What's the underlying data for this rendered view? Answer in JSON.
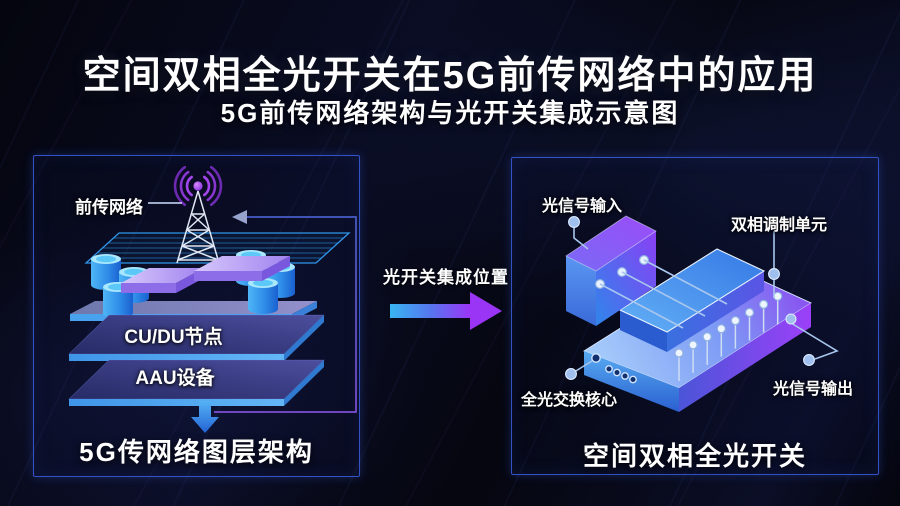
{
  "title": "空间双相全光开关在5G前传网络中的应用",
  "subtitle": "5G前传网络架构与光开关集成示意图",
  "left_panel": {
    "fronthaul_label": "前传网络",
    "layers": [
      {
        "label": "CU/DU节点"
      },
      {
        "label": "AAU设备"
      }
    ],
    "caption": "5G传网络图层架构"
  },
  "middle": {
    "label": "光开关集成位置"
  },
  "right_panel": {
    "labels": {
      "input": "光信号输入",
      "modulation": "双相调制单元",
      "core": "全光交换核心",
      "output": "光信号输出"
    },
    "caption": "空间双相全光开关"
  },
  "icons": [
    "antenna-tower-icon",
    "signal-waves-icon",
    "loop-arrow-icon",
    "down-arrow-icon",
    "flow-arrow-icon",
    "connector-dot-icon"
  ],
  "colors": {
    "background": "#05060f",
    "panel_border": "#3452c8",
    "accent_cyan": "#38b6f2",
    "accent_blue": "#2f86ea",
    "accent_purple": "#9a3ff5",
    "connector_line": "#a8c6ee",
    "text": "#ffffff"
  }
}
